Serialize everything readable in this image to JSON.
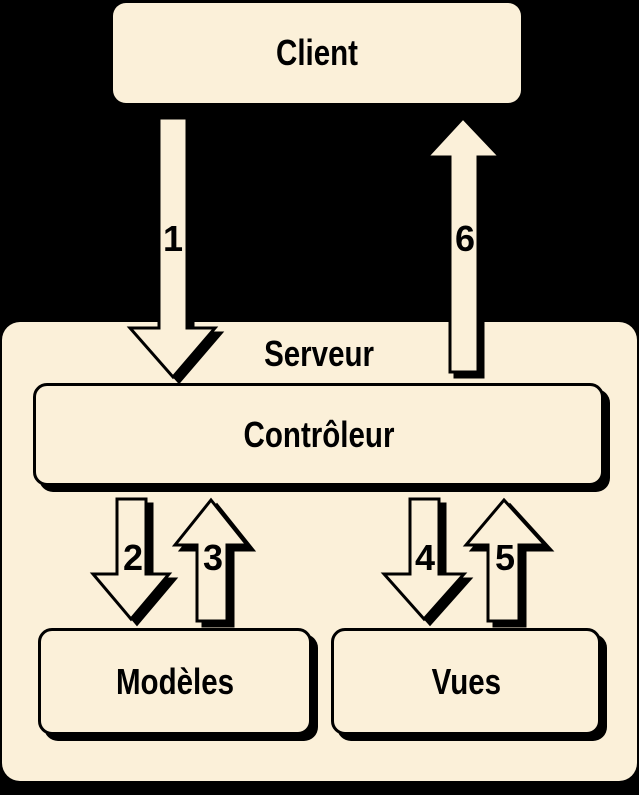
{
  "diagram": {
    "background_color": "#000000",
    "box_fill_color": "#FBF0D9",
    "outline_color": "#000000",
    "text_color": "#000000",
    "nodes": {
      "client": {
        "label": "Client"
      },
      "serveur": {
        "label": "Serveur"
      },
      "controleur": {
        "label": "Contrôleur"
      },
      "modeles": {
        "label": "Modèles"
      },
      "vues": {
        "label": "Vues"
      }
    },
    "arrows": [
      {
        "label": "1",
        "direction": "down",
        "from": "Client",
        "to": "Contrôleur (Serveur)"
      },
      {
        "label": "2",
        "direction": "down",
        "from": "Contrôleur",
        "to": "Modèles"
      },
      {
        "label": "3",
        "direction": "up",
        "from": "Modèles",
        "to": "Contrôleur"
      },
      {
        "label": "4",
        "direction": "down",
        "from": "Contrôleur",
        "to": "Vues"
      },
      {
        "label": "5",
        "direction": "up",
        "from": "Vues",
        "to": "Contrôleur"
      },
      {
        "label": "6",
        "direction": "up",
        "from": "Contrôleur (Serveur)",
        "to": "Client"
      }
    ]
  }
}
